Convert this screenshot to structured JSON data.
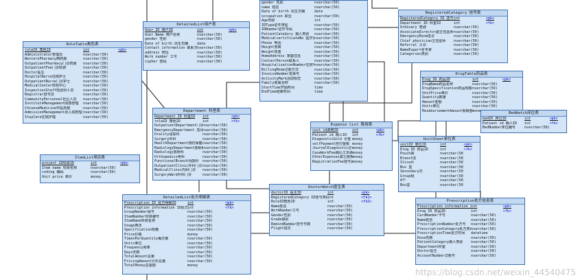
{
  "watermark": "https://blog.csdn.net/weixin_44540475",
  "entities": [
    {
      "key": "user",
      "title": "DetailedList用户表",
      "rows": [
        [
          "User ID 用户ID",
          "int",
          "<pk>"
        ],
        [
          "User Name 用户名称",
          "nvarchar(50)",
          ""
        ],
        [
          "gender 性别",
          "nvarchar(50)",
          ""
        ],
        [
          "Date of birth 出生日期",
          "date",
          ""
        ],
        [
          "Contact information 联系方式",
          "nvarchar(50)",
          ""
        ],
        [
          "address 地址",
          "nvarchar(50)",
          ""
        ],
        [
          "Work number 工号",
          "nvarchar(50)",
          ""
        ],
        [
          "cipher 密码",
          "nvarchar(50)",
          ""
        ]
      ]
    },
    {
      "key": "patient",
      "title": "",
      "rows": [
        [
          "gender 性别",
          "nvarchar(50)",
          ""
        ],
        [
          "name 姓名",
          "nvarchar(50)",
          ""
        ],
        [
          "Date of birth 出生日期",
          "date",
          ""
        ],
        [
          "occupation 职业",
          "nvarchar(50)",
          ""
        ],
        [
          "Age年龄",
          "int",
          ""
        ],
        [
          "IDType证件类型",
          "nvarchar(50)",
          ""
        ],
        [
          "IDNumber证件号码",
          "nvarchar(50)",
          ""
        ],
        [
          "PatientCateGory 病人类别",
          "nvarchar(50)",
          ""
        ],
        [
          "MedicalcertificateNo 医疗证号",
          "nvarchar(50)",
          ""
        ],
        [
          "Phone 电话",
          "nvarchar(50)",
          ""
        ],
        [
          "Height身高",
          "nvarchar(50)",
          ""
        ],
        [
          "Weight体重",
          "nvarchar(50)",
          ""
        ],
        [
          "HomeAddress 家庭住址",
          "nvarchar(50)",
          ""
        ],
        [
          "ContactPerson联系人",
          "nvarchar(50)",
          ""
        ],
        [
          "HospitalizationNumber住院号",
          "nvarchar(50)",
          ""
        ],
        [
          "BillingMode记账方式",
          "nvarchar(50)",
          ""
        ],
        [
          "InvoiceNumber发票号",
          "nvarchar(50)",
          ""
        ],
        [
          "ActivityMark活动标志",
          "nvarchar(50)",
          ""
        ],
        [
          "Family家属全称",
          "nvarchar(50)",
          ""
        ],
        [
          "StartTime开始时间",
          "time",
          ""
        ],
        [
          "EndTime结束时间",
          "time",
          ""
        ]
      ]
    },
    {
      "key": "registered",
      "title": "RegisteredCategory 挂号类",
      "rows": [
        [
          "RegisteredCategory ID 挂号类别ID",
          "int",
          "<pk>"
        ],
        [
          "Department ID 科室ID",
          "int",
          "<fk>"
        ],
        [
          "Ordinary 普通",
          "nvarchar(50)",
          ""
        ],
        [
          "AssociateDirector副主任医师",
          "nvarchar(50)",
          ""
        ],
        [
          "EmergencyRoom急诊",
          "nvarchar(50)",
          ""
        ],
        [
          "Chief physician主任医师",
          "nvarchar(50)",
          ""
        ],
        [
          "Referral 义诊",
          "nvarchar(50)",
          ""
        ],
        [
          "NameExpert名专家",
          "nvarchar(50)",
          ""
        ],
        [
          "Categories类别",
          "nvarchar(50)",
          ""
        ]
      ]
    },
    {
      "key": "role",
      "title": "RoleTable角色表",
      "rows": [
        [
          "roleID 角色ID",
          "int",
          "<pk>"
        ],
        [
          "Administrator管理员",
          "nvarchar(50)",
          ""
        ],
        [
          "WesternPharmacy西药房",
          "nvarchar(50)",
          ""
        ],
        [
          "OutpatientPharmacy门诊药房",
          "nvarchar(50)",
          ""
        ],
        [
          "OutpatientFee门诊收费",
          "nvarchar(50)",
          ""
        ],
        [
          "Doctor医生",
          "nvarchar(50)",
          ""
        ],
        [
          "HospitalNurse住院护士",
          "nvarchar(50)",
          ""
        ],
        [
          "OutpatientNurse门诊护士",
          "nvarchar(50)",
          ""
        ],
        [
          "MedicalCenter体检中心",
          "nvarchar(50)",
          ""
        ],
        [
          "InspectionStaff检验科人员",
          "nvarchar(50)",
          ""
        ],
        [
          "Registrar挂号员",
          "nvarchar(50)",
          ""
        ],
        [
          "CommunityPersonnel社区人员",
          "nvarchar(50)",
          ""
        ],
        [
          "InstituteManagement院感管理",
          "nvarchar(50)",
          ""
        ],
        [
          "ChineseMedicine中医药房",
          "nvarchar(50)",
          ""
        ],
        [
          "AdmissionManagement出入院管理",
          "nvarchar(50)",
          ""
        ],
        [
          "StayCare住院护理",
          "nvarchar(50)",
          ""
        ]
      ]
    },
    {
      "key": "department",
      "title": "Department 科室表",
      "rows": [
        [
          "Department ID 科室ID",
          "int",
          "<pk>"
        ],
        [
          "roleID 角色ID",
          "int",
          "<fk>"
        ],
        [
          "OutpatientDepartment门诊部",
          "nvarchar(50)",
          ""
        ],
        [
          "EmergencyDepartment 急诊科",
          "nvarchar(50)",
          ""
        ],
        [
          "Urality泌尿科",
          "nvarchar(50)",
          ""
        ],
        [
          "Surgery外科",
          "nvarchar(50)",
          ""
        ],
        [
          "HealthDepartment预防保健科",
          "nvarchar(50)",
          ""
        ],
        [
          "RadiologyDepartment放射科",
          "nvarchar(50)",
          ""
        ],
        [
          "Radiology放射科",
          "nvarchar(50)",
          ""
        ],
        [
          "Orthopedics骨科",
          "nvarchar(50)",
          ""
        ],
        [
          "FunctionalBranch功能科",
          "nvarchar(50)",
          ""
        ],
        [
          "OutpatientClinic外科门诊",
          "nvarchar(50)",
          ""
        ],
        [
          "MedicalClinic内科门诊",
          "nvarchar(50)",
          ""
        ],
        [
          "SurgeryWard外科门诊",
          "nvarchar(50)",
          ""
        ]
      ]
    },
    {
      "key": "expense",
      "title": "Expense list 费用表",
      "rows": [
        [
          "cost id费用ID",
          "int",
          "<pk>"
        ],
        [
          "Patient id 病人ID",
          "int",
          "<fk>"
        ],
        [
          "DiagnosticGold 诊金",
          "money",
          ""
        ],
        [
          "selfPayment自付金额",
          "money",
          ""
        ],
        [
          "JournalDiagnostic诊金类",
          "money",
          ""
        ],
        [
          "CaseWorkFee病历工本费",
          "money",
          ""
        ],
        [
          "OtherExpenses其它费用",
          "money",
          ""
        ],
        [
          "RegistrationFee挂号费",
          "money",
          ""
        ]
      ]
    },
    {
      "key": "drug",
      "title": "DrugTable药品表",
      "rows": [
        [
          "Drug ID 药品ID",
          "int",
          "<pk>"
        ],
        [
          "DrugName药品名称",
          "nvarchar(50)",
          ""
        ],
        [
          "DrugSpecification药品规格",
          "nvarchar(50)",
          ""
        ],
        [
          "UnitPrice单价",
          "nvarchar(50)",
          ""
        ],
        [
          "Quantity数量",
          "nvarchar(50)",
          ""
        ],
        [
          "Amount金额",
          "nvarchar(50)",
          ""
        ],
        [
          "Units单位",
          "nvarchar(50)",
          ""
        ],
        [
          "ReimbursementAmount报销金额",
          "money",
          ""
        ]
      ]
    },
    {
      "key": "bed",
      "title": "BedWatch床位表",
      "rows": [
        [
          "bedID 床位ID",
          "int",
          "<pk>"
        ],
        [
          "Patient id 病人ID",
          "int",
          "<fk>"
        ],
        [
          "BedNumber床位编号",
          "nvarchar(50)",
          ""
        ]
      ]
    },
    {
      "key": "unit",
      "title": "UnitSheet单位表",
      "rows": [
        [
          "unitID 单位ID",
          "int",
          "<pk>"
        ],
        [
          "Drug ID 药品ID",
          "int",
          "<fk>"
        ],
        [
          "Pouch袋",
          "nvarchar(50)",
          ""
        ],
        [
          "Branch支",
          "nvarchar(50)",
          ""
        ],
        [
          "Slice片",
          "nvarchar(50)",
          ""
        ],
        [
          "Box 盒",
          "nvarchar(50)",
          ""
        ],
        [
          "Secondary次",
          "nvarchar(50)",
          ""
        ],
        [
          "Group组",
          "nvarchar(50)",
          ""
        ],
        [
          "A个",
          "nvarchar(50)",
          ""
        ],
        [
          "Box盒",
          "nvarchar(50)",
          ""
        ]
      ]
    },
    {
      "key": "item",
      "title": "ItemList项目表",
      "rows": [
        [
          "project ID项目ID",
          "int",
          "<pk>"
        ],
        [
          "Item name 项目名称",
          "nvarchar(50)",
          ""
        ],
        [
          "coding 编码",
          "nvarchar(50)",
          ""
        ],
        [
          "Unit price 单价",
          "money",
          ""
        ]
      ]
    },
    {
      "key": "doctor",
      "title": "DoctorWatch医生表",
      "rows": [
        [
          "doctorID 医生ID",
          "int",
          "<pk>"
        ],
        [
          "RegisteredCategory ID挂号类别ID",
          "int",
          "<fk1>"
        ],
        [
          "RoleID角色ID",
          "int",
          "<fk2>"
        ],
        [
          "Name姓名",
          "nvarchar(50)",
          ""
        ],
        [
          "WorkNumber工号",
          "nvarchar(50)",
          ""
        ],
        [
          "Gender性别",
          "nvarchar(50)",
          ""
        ],
        [
          "Grade级别",
          "nvarchar(50)",
          ""
        ],
        [
          "RemindNumber挂号号数",
          "nvarchar(50)",
          ""
        ],
        [
          "Flight班次",
          "nvarchar(50)",
          ""
        ]
      ]
    },
    {
      "key": "rxdetail",
      "title": "DetailedList处方明细表",
      "rows": [
        [
          "Prescription ID 处方明细ID",
          "int",
          "<pk>"
        ],
        [
          "Prescription information ID处方信息ID",
          "int",
          "<fk>"
        ],
        [
          "GroupNumber组号",
          "nvarchar(50)",
          ""
        ],
        [
          "ItemNumber项目编号",
          "nvarchar(50)",
          ""
        ],
        [
          "ItemName项目名称",
          "nvarchar(50)",
          ""
        ],
        [
          "Usage用法",
          "nvarchar(50)",
          ""
        ],
        [
          "Specification规格",
          "nvarchar(50)",
          ""
        ],
        [
          "Price价格",
          "money",
          ""
        ],
        [
          "TimesPerQuantity每次量",
          "nvarchar(50)",
          ""
        ],
        [
          "Units单位",
          "nvarchar(50)",
          ""
        ],
        [
          "Frequency频率",
          "nvarchar(50)",
          ""
        ],
        [
          "Days天数",
          "nvarchar(50)",
          ""
        ],
        [
          "TotalAmount总量",
          "nvarchar(50)",
          ""
        ],
        [
          "PricingAmount计价总量",
          "nvarchar(50)",
          ""
        ],
        [
          "TotalMoney总金额",
          "money",
          ""
        ]
      ]
    },
    {
      "key": "rxinfo",
      "title": "Prescription处方信息表",
      "rows": [
        [
          "Prescription information ID处方信息ID",
          "int",
          "<pk>"
        ],
        [
          "Drug ID 药品ID",
          "int",
          "<fk>"
        ],
        [
          "CardNumber卡号",
          "nvarchar(50)",
          ""
        ],
        [
          "Name姓名",
          "nvarchar(50)",
          ""
        ],
        [
          "PrescriptionNumber处方号",
          "nvarchar(50)",
          ""
        ],
        [
          "PrescriptionCategory处方类别",
          "nvarchar(50)",
          ""
        ],
        [
          "PrescriptionTime处方时间",
          "datetime",
          ""
        ],
        [
          "Dose剂数",
          "nvarchar(50)",
          ""
        ],
        [
          "PatientCategory病人类别",
          "nvarchar(50)",
          ""
        ],
        [
          "Department科室",
          "nvarchar(50)",
          ""
        ],
        [
          "Doctor医生",
          "nvarchar(50)",
          ""
        ],
        [
          "AccountNumber记账号",
          "nvarchar(50)",
          ""
        ]
      ]
    }
  ]
}
